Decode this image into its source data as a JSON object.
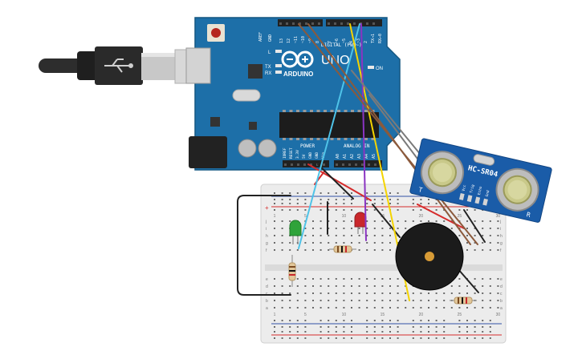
{
  "board": {
    "brand_logo_text": "UNO",
    "brand_name": "ARDUINO",
    "digital_label": "DIGITAL (PWM~)",
    "analog_label": "ANALOG IN",
    "power_label": "POWER",
    "on_led_label": "ON",
    "l_led_label": "L",
    "tx_label": "TX",
    "rx_label": "RX",
    "aref_label": "AREF",
    "gnd_label": "GND",
    "top_pins": [
      "13",
      "12",
      "~11",
      "~10",
      "~9",
      "8",
      "7",
      "~6",
      "~5",
      "4",
      "~3",
      "2",
      "TX→1",
      "RX←0"
    ],
    "power_pins": [
      "IOREF",
      "RESET",
      "3.3V",
      "5V",
      "GND",
      "GND",
      "Vin"
    ],
    "analog_pins": [
      "A0",
      "A1",
      "A2",
      "A3",
      "A4",
      "A5"
    ]
  },
  "sensor": {
    "model": "HC-SR04",
    "t_label": "T",
    "r_label": "R",
    "pins": [
      "Vcc",
      "Trig",
      "Echo",
      "Gnd"
    ]
  },
  "breadboard": {
    "row_letters_top": [
      "j",
      "i",
      "h",
      "g",
      "f"
    ],
    "row_letters_bottom": [
      "e",
      "d",
      "c",
      "b",
      "a"
    ],
    "column_numbers": [
      "1",
      "5",
      "10",
      "15",
      "20",
      "25",
      "30"
    ],
    "rail_plus": "+",
    "rail_minus": "-"
  },
  "colors": {
    "board_blue": "#1d6fa8",
    "wire_red": "#d62b2b",
    "wire_cyan": "#4fc3e8",
    "wire_yellow": "#f4d400",
    "wire_purple": "#8a34c2",
    "wire_brown": "#8b5a3c",
    "wire_black": "#222222",
    "led_green": "#2fa33a",
    "led_red": "#c9272b",
    "buzzer": "#1b1b1b"
  }
}
